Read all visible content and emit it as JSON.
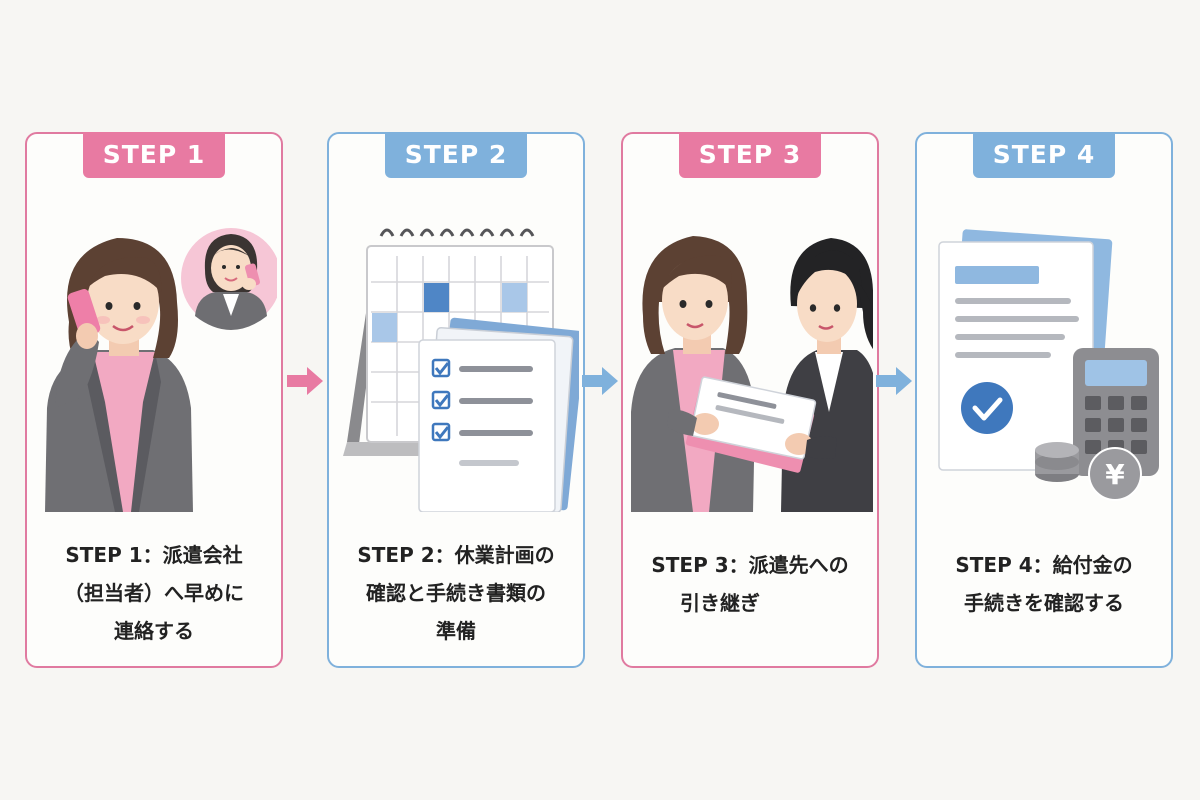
{
  "steps": [
    {
      "badge": "STEP 1",
      "color": "#e87aa2",
      "caption_lines": [
        "STEP 1：派遣会社",
        "（担当者）へ早めに",
        "連絡する"
      ]
    },
    {
      "badge": "STEP 2",
      "color": "#7fb1dc",
      "caption_lines": [
        "STEP 2：休業計画の",
        "確認と手続き書類の",
        "準備"
      ]
    },
    {
      "badge": "STEP 3",
      "color": "#e87aa2",
      "caption_lines": [
        "STEP 3：派遣先への",
        "引き継ぎ"
      ]
    },
    {
      "badge": "STEP 4",
      "color": "#7fb1dc",
      "caption_lines": [
        "STEP 4：給付金の",
        "手続きを確認する"
      ]
    }
  ],
  "icons": {
    "step1": [
      "woman-on-phone-icon",
      "contact-on-phone-icon"
    ],
    "step2": [
      "desk-calendar-icon",
      "checklist-document-icon"
    ],
    "step3": [
      "handover-documents-icon"
    ],
    "step4": [
      "approved-document-icon",
      "calculator-icon",
      "coins-icon",
      "yen-coin-icon"
    ]
  },
  "currency_symbol": "¥",
  "arrow_colors": [
    "#e87aa2",
    "#7fb1dc",
    "#7fb1dc"
  ]
}
